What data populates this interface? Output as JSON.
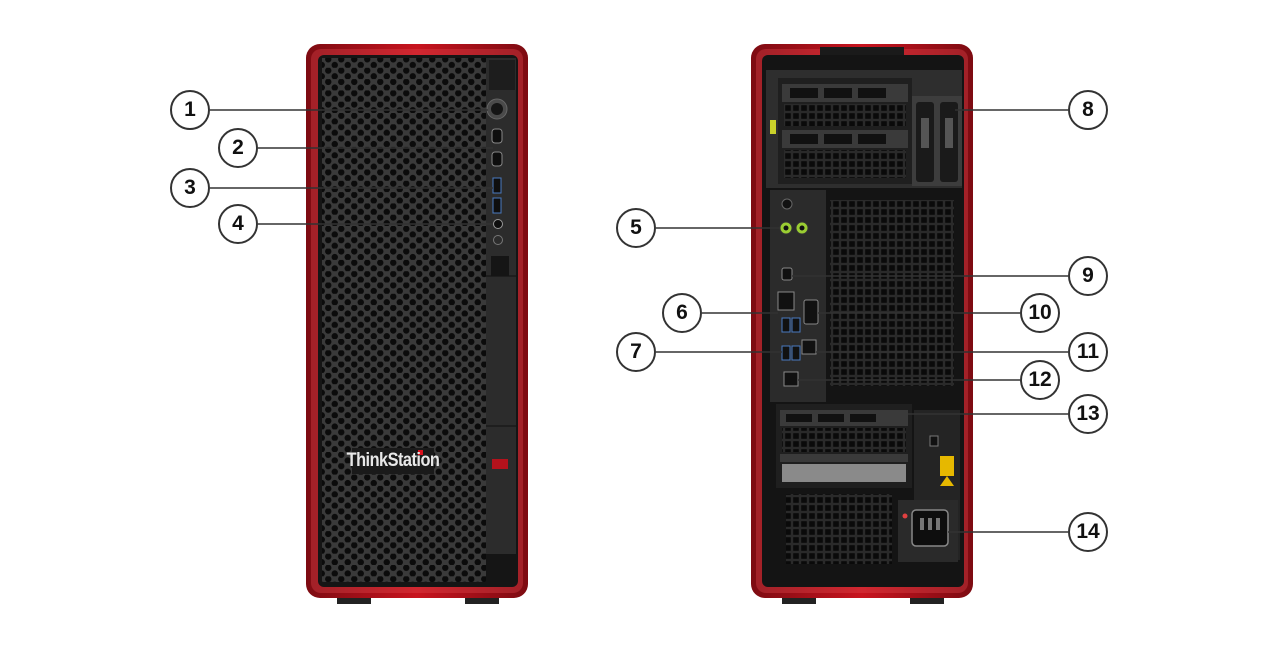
{
  "front_view": {
    "brand_logo": "ThinkStation",
    "accent_color": "#b3121c",
    "callouts": [
      "1",
      "2",
      "3",
      "4"
    ]
  },
  "rear_view": {
    "callouts": [
      "5",
      "6",
      "7",
      "8",
      "9",
      "10",
      "11",
      "12",
      "13",
      "14"
    ]
  }
}
